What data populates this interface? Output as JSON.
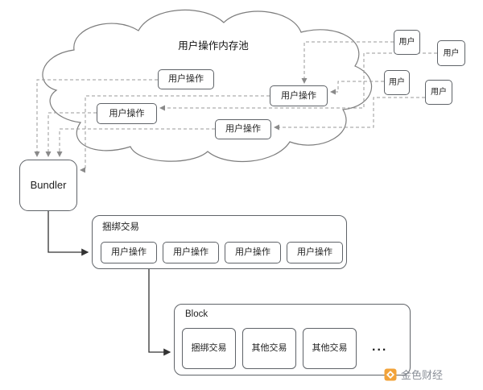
{
  "cloud": {
    "title": "用户操作内存池",
    "operations": [
      {
        "label": "用户操作"
      },
      {
        "label": "用户操作"
      },
      {
        "label": "用户操作"
      },
      {
        "label": "用户操作"
      }
    ]
  },
  "users": [
    {
      "label": "用户"
    },
    {
      "label": "用户"
    },
    {
      "label": "用户"
    },
    {
      "label": "用户"
    }
  ],
  "bundler": {
    "label": "Bundler"
  },
  "bundle": {
    "title": "捆绑交易",
    "operations": [
      {
        "label": "用户操作"
      },
      {
        "label": "用户操作"
      },
      {
        "label": "用户操作"
      },
      {
        "label": "用户操作"
      }
    ]
  },
  "block": {
    "title": "Block",
    "items": [
      {
        "label": "捆绑交易"
      },
      {
        "label": "其他交易"
      },
      {
        "label": "其他交易"
      }
    ],
    "ellipsis": "..."
  },
  "watermark": {
    "text": "金色财经"
  },
  "colors": {
    "box_border": "#5f6368",
    "dashed_line": "#999999",
    "solid_line": "#333333",
    "logo_gold": "#F2A33A",
    "watermark_text": "#8a8f98"
  }
}
